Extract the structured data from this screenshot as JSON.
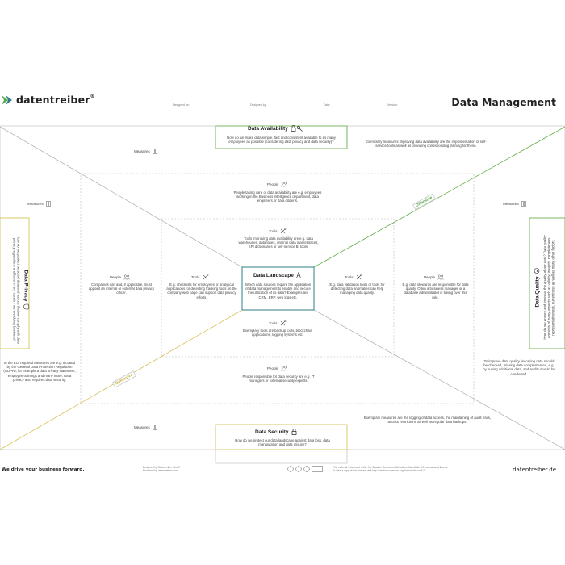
{
  "header": {
    "logo_text": "datentreiber",
    "logo_reg": "®",
    "designed_for": "Designed for:",
    "designed_by": "Designed by:",
    "date": "Date:",
    "version": "Version:",
    "title": "Data Management"
  },
  "availability": {
    "title": "Data Availability",
    "question": "How do we make data simple, fast and consistent available to as many employees as possible (considering data privacy and data security)?",
    "example": "Exemplary measures improving data availability are the implementation of self-service tools as well as providing corresponding training for these.",
    "measures": "Measures",
    "people_label": "People",
    "people_text": "People taking care of data availability are e.g. employees working in the Business Intelligence department, data engineers or data citizens.",
    "tools_label": "Tools",
    "tools_text": "Tools improving data availability are e.g. data warehouses, data lakes, internal data marketplaces, KPI dictionaries or self-service BI tools."
  },
  "privacy": {
    "title": "Data Privacy",
    "question": "How do we protect personal data and assure that we comply with data privacy regulations and laws in any country we are doing business?",
    "example": "In the EU, required measures are e.g. dictated by the General Data Protection Regulation (GDPR), for example a data privacy statement, employee trainings and many more. Data privacy also requires data security.",
    "measures": "Measures",
    "people_label": "People",
    "people_text": "Companies can and, if applicable, must appoint an internal or external data privacy officer.",
    "tools_label": "Tools",
    "tools_text": "E.g. checklists for employees or analytical applications for detecting tracking tools on the company web page can support data privacy efforts."
  },
  "quality": {
    "title": "Data Quality",
    "question": "How do we ensure and improve the quality of our data? Data quality consists of many aspects such as validity, integrity, completeness, representativeness, currentness as well as many other factors.",
    "example": "To improve data quality, incoming data should be checked, missing data complemented, e.g. by buying additional data, and audits should be conducted.",
    "measures": "Measures",
    "people_label": "People",
    "people_text": "E.g. data stewards are responsible for data quality. Often a business manager or a database administrator is taking over this role.",
    "tools_label": "Tools",
    "tools_text": "E.g. data validation tools or tools for detecting data anomalies can help managing data quality."
  },
  "security": {
    "title": "Data Security",
    "question": "How do we protect our data landscape against data loss, data manipulation and data misuse?",
    "example": "Exemplary measures are the logging of data access, the maintaining of audit trails, access restrictions as well as regular data backups.",
    "measures": "Measures",
    "people_label": "People",
    "people_text": "People responsible for data security are e.g. IT managers or external security experts.",
    "tools_label": "Tools",
    "tools_text": "Exemplary tools are backup tools, blockchain applications, logging systems etc."
  },
  "landscape": {
    "title": "Data Landscape",
    "text": "Which data sources require the application of data management to enable and secure the utilization of its data? Examples are CRM, ERP, web logs etc."
  },
  "tags": {
    "offensive": "Offensive",
    "defensive": "Defensive"
  },
  "footer": {
    "slogan": "We drive your business forward.",
    "credit1": "Designed by Datentreiber GmbH",
    "credit2": "Produced by datentreiber.com",
    "license1": "This material is licensed under the Creative Commons Attribution-ShareAlike 4.0 International license.",
    "license2": "To view a copy of this license, visit http://creativecommons.org/licenses/by-sa/4.0/",
    "site": "datentreiber.de"
  },
  "colors": {
    "frame": "#c8c8c8",
    "offensive": "#6ab04c",
    "defensive": "#d7c25a",
    "center": "#2f7f86",
    "brand": "#5aa84b"
  }
}
